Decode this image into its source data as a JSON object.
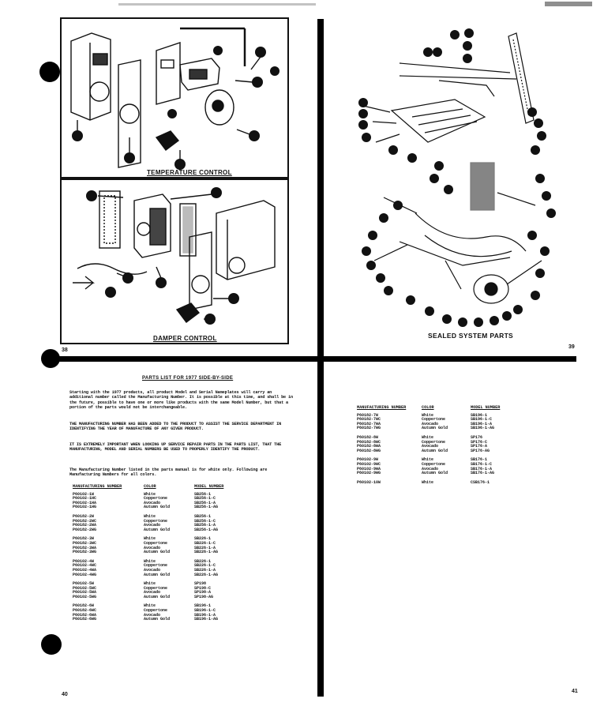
{
  "left_page": {
    "panels": [
      {
        "caption": "TEMPERATURE CONTROL"
      },
      {
        "caption": "DAMPER CONTROL"
      }
    ],
    "upper_page_number": "38",
    "page_number": "40",
    "parts_list_title": "PARTS LIST FOR 1977 SIDE-BY-SIDE",
    "paragraphs": [
      "Starting with the 1977 products, all product Model and Serial Nameplates will carry an additional number called the Manufacturing Number. It is possible at this time, and shall be in the future, possible to have one or more like products with the same Model Number, but that a portion of the parts would not be interchangeable.",
      "THE MANUFACTURING NUMBER HAS BEEN ADDED TO THE PRODUCT TO ASSIST THE SERVICE DEPARTMENT IN IDENTIFYING THE YEAR OF MANUFACTURE OF ANY GIVEN PRODUCT.",
      "IT IS EXTREMELY IMPORTANT WHEN LOOKING UP SERVICE REPAIR PARTS IN THE PARTS LIST, THAT THE MANUFACTURING, MODEL AND SERIAL NUMBERS BE USED TO PROPERLY IDENTIFY THE PRODUCT.",
      "The Manufacturing Number listed in the parts manual is for white only. Following are Manufacturing Numbers for all colors."
    ],
    "table": {
      "headers": [
        "MANUFACTURING NUMBER",
        "COLOR",
        "MODEL NUMBER"
      ],
      "groups": [
        [
          [
            "P60102-1W",
            "White",
            "SB256-1"
          ],
          [
            "P60102-1HC",
            "Coppertone",
            "SB256-1-C"
          ],
          [
            "P60102-1HA",
            "Avocado",
            "SB256-1-A"
          ],
          [
            "P60102-1HG",
            "Autumn Gold",
            "SB256-1-AG"
          ]
        ],
        [
          [
            "P60182-2W",
            "White",
            "SB256-1"
          ],
          [
            "P60182-2WC",
            "Coppertone",
            "SB256-1-C"
          ],
          [
            "P60182-2WA",
            "Avocado",
            "SB256-1-A"
          ],
          [
            "P60182-2WG",
            "Autumn Gold",
            "SB256-1-AG"
          ]
        ],
        [
          [
            "P60182-3W",
            "White",
            "SB226-1"
          ],
          [
            "P60182-3WC",
            "Coppertone",
            "SB226-1-C"
          ],
          [
            "P60182-3WA",
            "Avocado",
            "SB226-1-A"
          ],
          [
            "P60182-3WG",
            "Autumn Gold",
            "SB226-1-AG"
          ]
        ],
        [
          [
            "P60102-4W",
            "White",
            "SB226-1"
          ],
          [
            "P60102-4WC",
            "Coppertone",
            "SB226-1-C"
          ],
          [
            "P60102-4WA",
            "Avocado",
            "SB226-1-A"
          ],
          [
            "P60102-4WG",
            "Autumn Gold",
            "SB226-1-AG"
          ]
        ],
        [
          [
            "P60102-5W",
            "White",
            "SP198"
          ],
          [
            "P60102-5WC",
            "Coppertone",
            "SP198-C"
          ],
          [
            "P60102-5WA",
            "Avocado",
            "SP198-A"
          ],
          [
            "P60102-5WG",
            "Autumn Gold",
            "SP198-AG"
          ]
        ],
        [
          [
            "P60182-6W",
            "White",
            "SB196-1"
          ],
          [
            "P60182-6WC",
            "Coppertone",
            "SB196-1-C"
          ],
          [
            "P60182-6WA",
            "Avocado",
            "SB196-1-A"
          ],
          [
            "P60182-6WG",
            "Autumn Gold",
            "SB196-1-AG"
          ]
        ]
      ]
    }
  },
  "right_page": {
    "diagram_caption": "SEALED SYSTEM PARTS",
    "upper_page_number": "39",
    "page_number": "41",
    "table": {
      "headers": [
        "MANUFACTURING NUMBER",
        "COLOR",
        "MODEL NUMBER"
      ],
      "groups": [
        [
          [
            "P60182-7W",
            "White",
            "SB196-1"
          ],
          [
            "P60182-7WC",
            "Coppertone",
            "SB196-1-C"
          ],
          [
            "P60182-7WA",
            "Avocado",
            "SB196-1-A"
          ],
          [
            "P60182-7WG",
            "Autumn Gold",
            "SB196-1-AG"
          ]
        ],
        [
          [
            "P60182-8W",
            "White",
            "SP176"
          ],
          [
            "P60182-8WC",
            "Coppertone",
            "SP176-C"
          ],
          [
            "P60182-8WA",
            "Avocado",
            "SP176-A"
          ],
          [
            "P60182-8WG",
            "Autumn Gold",
            "SP176-AG"
          ]
        ],
        [
          [
            "P60102-9W",
            "White",
            "SB176-1"
          ],
          [
            "P60102-9WC",
            "Coppertone",
            "SB176-1-C"
          ],
          [
            "P60102-9WA",
            "Avocado",
            "SB176-1-A"
          ],
          [
            "P60102-9WG",
            "Autumn Gold",
            "SB176-1-AG"
          ]
        ],
        [
          [
            "P60102-10W",
            "White",
            "CSB176-1"
          ]
        ]
      ]
    }
  }
}
